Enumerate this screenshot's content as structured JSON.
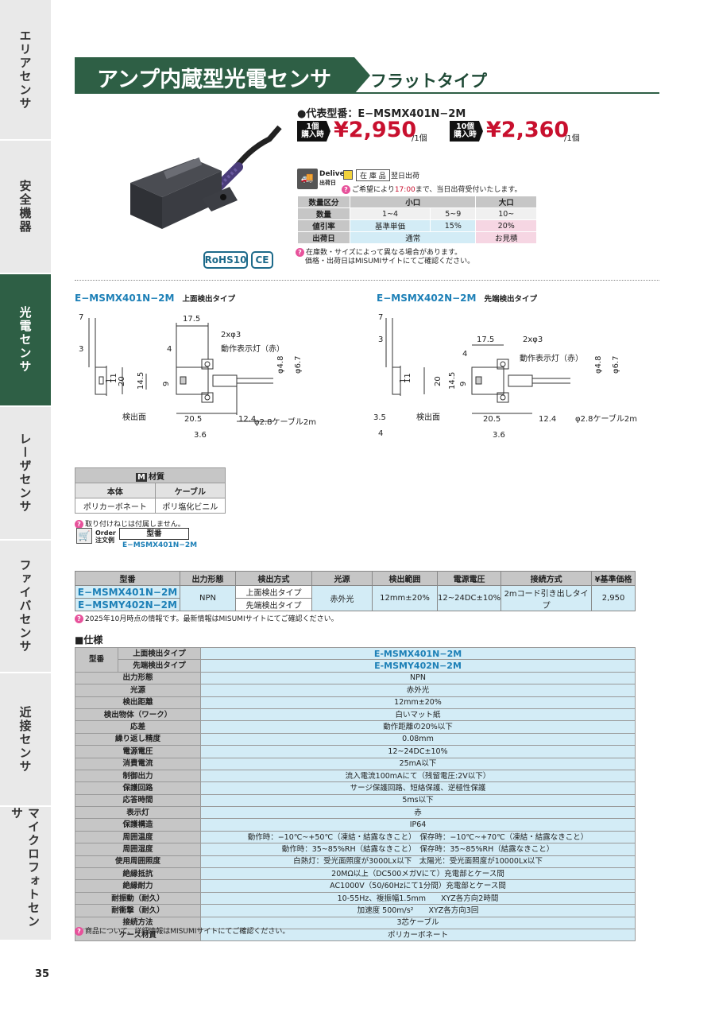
{
  "side_tabs": [
    {
      "label": "エリアセンサ",
      "active": false
    },
    {
      "label": "安全機器",
      "active": false
    },
    {
      "label": "光電センサ",
      "active": true
    },
    {
      "label": "レーザセンサ",
      "active": false
    },
    {
      "label": "ファイバセンサ",
      "active": false
    },
    {
      "label": "近接センサ",
      "active": false
    },
    {
      "label": "マイクロフォトセンサ",
      "active": false
    }
  ],
  "page_number": "35",
  "title": {
    "main": "アンプ内蔵型光電センサ",
    "sub": "フラットタイプ"
  },
  "certifications": [
    "RoHS10",
    "CE"
  ],
  "representative_model": "●代表型番：E−MSMX401N−2M",
  "pricing": [
    {
      "qty_line1": "1個",
      "qty_line2": "購入時",
      "price": "¥2,950",
      "unit": "/1個"
    },
    {
      "qty_line1": "10個",
      "qty_line2": "購入時",
      "price": "¥2,360",
      "unit": "/1個"
    }
  ],
  "delivery": {
    "label_line1": "Delivery",
    "label_line2": "出荷日",
    "stock_label": "在 庫 品",
    "stock_shipping": "翌日出荷",
    "note_prefix": "ご希望により",
    "note_time": "17:00",
    "note_suffix": "まで、当日出荷受付いたします。"
  },
  "quantity_table": {
    "header": [
      "数量区分",
      "小口",
      "大口"
    ],
    "rows": [
      {
        "label": "数量",
        "cells": [
          "1~4",
          "5~9",
          "10~"
        ]
      },
      {
        "label": "値引率",
        "cells": [
          "基準単価",
          "15%",
          "20%"
        ]
      },
      {
        "label": "出荷日",
        "cells": [
          "通常",
          "お見積"
        ]
      }
    ]
  },
  "stock_notes": [
    "在庫数・サイズによって異なる場合があります。",
    "価格・出荷日はMISUMIサイトにてご確認ください。"
  ],
  "variants": [
    {
      "model": "E−MSMX401N−2M",
      "type": "上面検出タイプ"
    },
    {
      "model": "E−MSMX402N−2M",
      "type": "先端検出タイプ"
    }
  ],
  "drawing_labels": {
    "indicator": "動作表示灯（赤）",
    "holes": "2xφ3",
    "cable": "φ2.8ケーブル2m",
    "surface": "検出面",
    "dims_left": [
      "7",
      "3",
      "17.5",
      "4",
      "20",
      "14.5",
      "9",
      "11",
      "1",
      "20.5",
      "12.4",
      "3.6",
      "φ4.8",
      "φ6.7"
    ],
    "dims_right": [
      "7",
      "3",
      "17.5",
      "4",
      "20",
      "14.5",
      "9",
      "11",
      "1",
      "3.5",
      "4",
      "20.5",
      "12.4",
      "3.6",
      "φ4.8",
      "φ6.7"
    ]
  },
  "material_table": {
    "badge": "M",
    "title": "材質",
    "headers": [
      "本体",
      "ケーブル"
    ],
    "values": [
      "ポリカーボネート",
      "ポリ塩化ビニル"
    ]
  },
  "material_note": "取り付けねじは付属しません。",
  "order_example": {
    "label_line1": "Order",
    "label_line2": "注文例",
    "header": "型番",
    "value": "E−MSMX401N−2M"
  },
  "product_table": {
    "headers": [
      "型番",
      "出力形態",
      "検出方式",
      "光源",
      "検出範囲",
      "電源電圧",
      "接続方式",
      "¥基準価格"
    ],
    "models": [
      "E−MSMX401N−2M",
      "E−MSMY402N−2M"
    ],
    "output": "NPN",
    "detection": [
      "上面検出タイプ",
      "先端検出タイプ"
    ],
    "light_source": "赤外光",
    "range": "12mm±20%",
    "voltage": "12~24DC±10%",
    "connection": "2mコード引き出しタイプ",
    "price": "2,950"
  },
  "product_note": "2025年10月時点の情報です。最新情報はMISUMIサイトにてご確認ください。",
  "spec": {
    "heading": "■仕様",
    "model_label": "型番",
    "model_rows": [
      {
        "label": "上面検出タイプ",
        "value": "E-MSMX401N−2M"
      },
      {
        "label": "先端検出タイプ",
        "value": "E-MSMY402N−2M"
      }
    ],
    "rows": [
      {
        "label": "出力形態",
        "value": "NPN"
      },
      {
        "label": "光源",
        "value": "赤外光"
      },
      {
        "label": "検出距離",
        "value": "12mm±20%"
      },
      {
        "label": "検出物体（ワーク）",
        "value": "白いマット紙"
      },
      {
        "label": "応差",
        "value": "動作距離の20%以下"
      },
      {
        "label": "繰り返し精度",
        "value": "0.08mm"
      },
      {
        "label": "電源電圧",
        "value": "12~24DC±10%"
      },
      {
        "label": "消費電流",
        "value": "25mA以下"
      },
      {
        "label": "制御出力",
        "value": "流入電流100mAにて（残留電圧:2V以下）"
      },
      {
        "label": "保護回路",
        "value": "サージ保護回路、短絡保護、逆極性保護"
      },
      {
        "label": "応答時間",
        "value": "5ms以下"
      },
      {
        "label": "表示灯",
        "value": "赤"
      },
      {
        "label": "保護構造",
        "value": "IP64"
      },
      {
        "label": "周囲温度",
        "value": "動作時：−10℃~+50℃（凍結・結露なきこと）　保存時：−10℃~+70℃（凍結・結露なきこと）"
      },
      {
        "label": "周囲湿度",
        "value": "動作時：35~85%RH（結露なきこと）　保存時：35~85%RH（結露なきこと）"
      },
      {
        "label": "使用周囲照度",
        "value": "白熱灯：受光面照度が3000Lx以下　太陽光：受光面照度が10000Lx以下"
      },
      {
        "label": "絶縁抵抗",
        "value": "20MΩ以上（DC500メガVにて）充電部とケース間"
      },
      {
        "label": "絶縁耐力",
        "value": "AC1000V（50/60Hzにて1分間）充電部とケース間"
      },
      {
        "label": "耐振動（耐久）",
        "value": "10-55Hz、複振幅1.5mm　　XYZ各方向2時間"
      },
      {
        "label": "耐衝撃（耐久）",
        "value": "加速度 500m/s²　　XYZ各方向3回"
      },
      {
        "label": "接続方法",
        "value": "3芯ケーブル"
      },
      {
        "label": "ケース材質",
        "value": "ポリカーボネート"
      }
    ]
  },
  "spec_note": "商品について、詳細情報はMISUMIサイトにてご確認ください。",
  "colors": {
    "brand_green": "#2e5f45",
    "price_red": "#c8102e",
    "model_blue": "#1d80b7",
    "table_blue": "#d3ecf6",
    "table_gray": "#c6c6c6"
  }
}
